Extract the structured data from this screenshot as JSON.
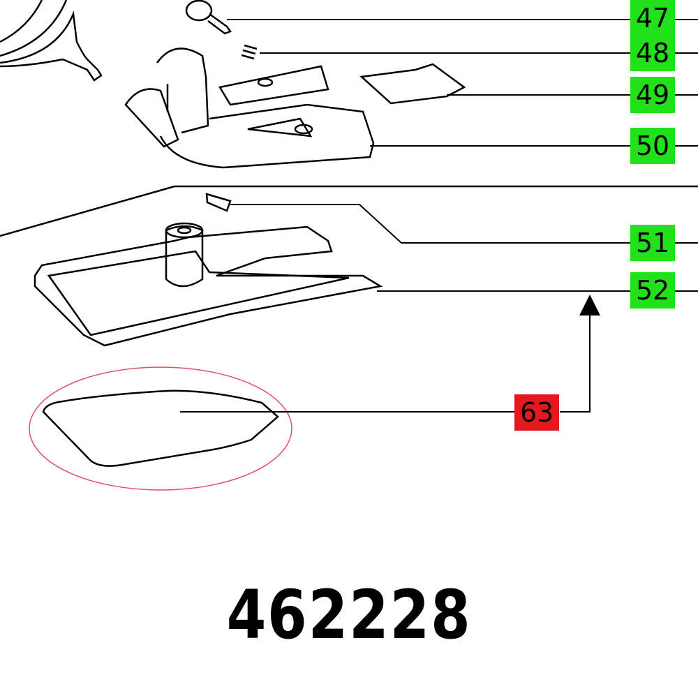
{
  "labels": [
    {
      "id": "47",
      "highlight": "green"
    },
    {
      "id": "48",
      "highlight": "green"
    },
    {
      "id": "49",
      "highlight": "green"
    },
    {
      "id": "50",
      "highlight": "green"
    },
    {
      "id": "51",
      "highlight": "green"
    },
    {
      "id": "52",
      "highlight": "green"
    },
    {
      "id": "63",
      "highlight": "red"
    }
  ],
  "part_number": "462228",
  "colors": {
    "green": "#22e01a",
    "red": "#e3191e",
    "ellipse": "#e05060"
  }
}
